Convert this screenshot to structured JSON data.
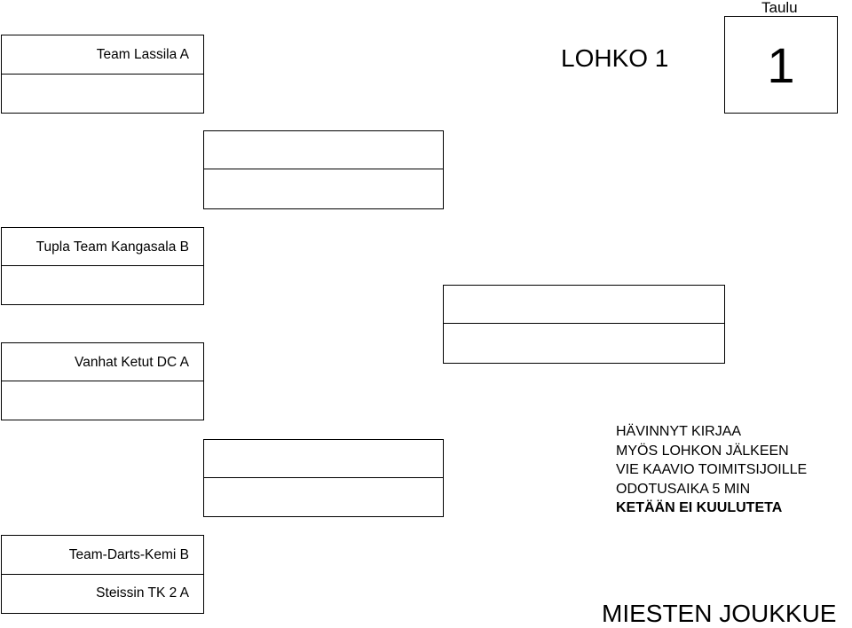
{
  "header": {
    "group_title": "LOHKO 1",
    "board_label": "Taulu",
    "board_number": "1"
  },
  "bracket": {
    "round1": [
      {
        "team": "Team Lassila A",
        "result": ""
      },
      {
        "team": "Tupla Team Kangasala B",
        "result": ""
      },
      {
        "team": "Vanhat Ketut DC  A",
        "result": ""
      },
      {
        "team": "Team-Darts-Kemi B",
        "result": "Steissin TK 2 A"
      }
    ],
    "round2": [
      "",
      "",
      "",
      ""
    ],
    "round3": [
      "",
      ""
    ]
  },
  "notes": [
    "HÄVINNYT KIRJAA",
    "MYÖS LOHKON JÄLKEEN",
    "VIE KAAVIO TOIMITSIJOILLE",
    "ODOTUSAIKA 5 MIN"
  ],
  "notes_bold": "KETÄÄN EI KUULUTETA",
  "footer": "MIESTEN JOUKKUE"
}
